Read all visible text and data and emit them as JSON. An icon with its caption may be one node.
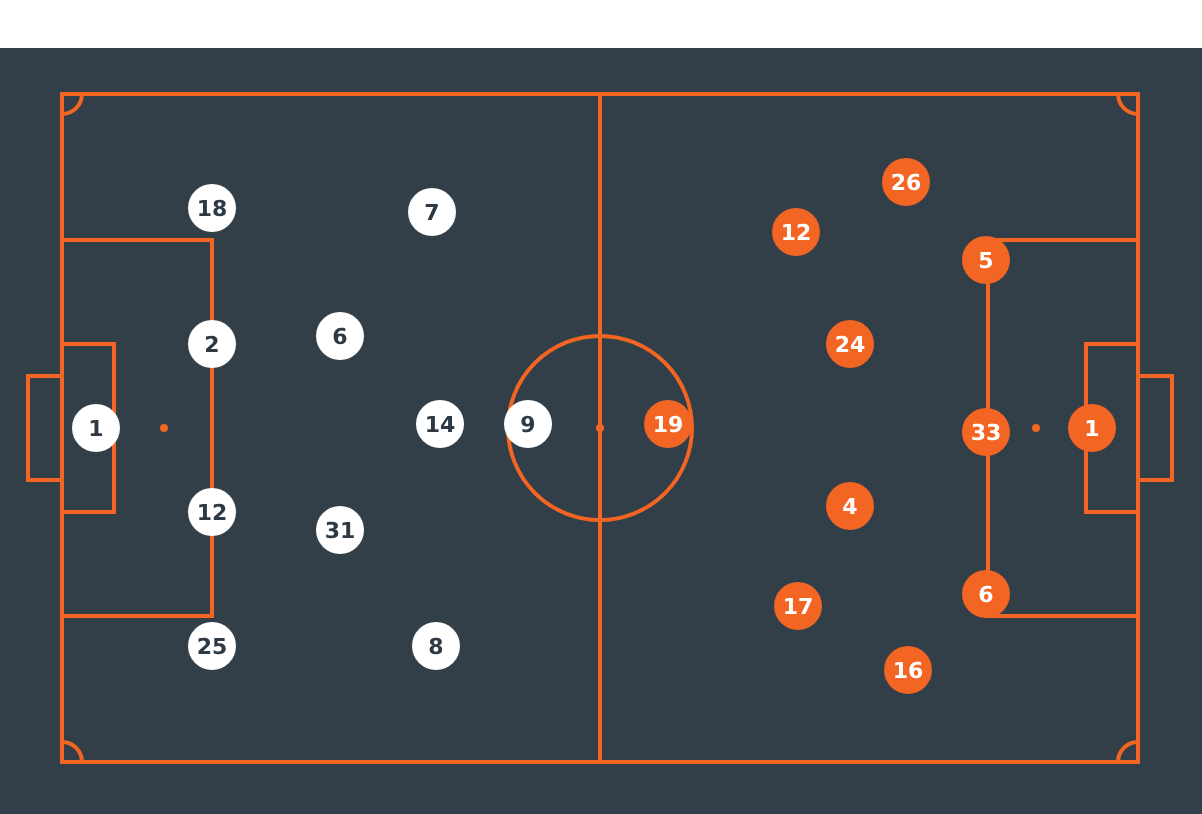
{
  "diagram": {
    "nodes": [
      {
        "text": [
          "1"
        ]
      },
      {
        "text": [
          "18"
        ]
      },
      {
        "text": [
          "2"
        ]
      },
      {
        "text": [
          "12"
        ]
      },
      {
        "text": [
          "25"
        ]
      },
      {
        "text": [
          "6"
        ]
      },
      {
        "text": [
          "31"
        ]
      },
      {
        "text": [
          "7"
        ]
      },
      {
        "text": [
          "14"
        ]
      },
      {
        "text": [
          "8"
        ]
      },
      {
        "text": [
          "9"
        ]
      },
      {
        "text": [
          "19"
        ]
      },
      {
        "text": [
          "26"
        ]
      },
      {
        "text": [
          "12"
        ]
      },
      {
        "text": [
          "5"
        ]
      },
      {
        "text": [
          "24"
        ]
      },
      {
        "text": [
          "33"
        ]
      },
      {
        "text": [
          "1"
        ]
      },
      {
        "text": [
          "4"
        ]
      },
      {
        "text": [
          "17"
        ]
      },
      {
        "text": [
          "6"
        ]
      },
      {
        "text": [
          "16"
        ]
      }
    ]
  }
}
